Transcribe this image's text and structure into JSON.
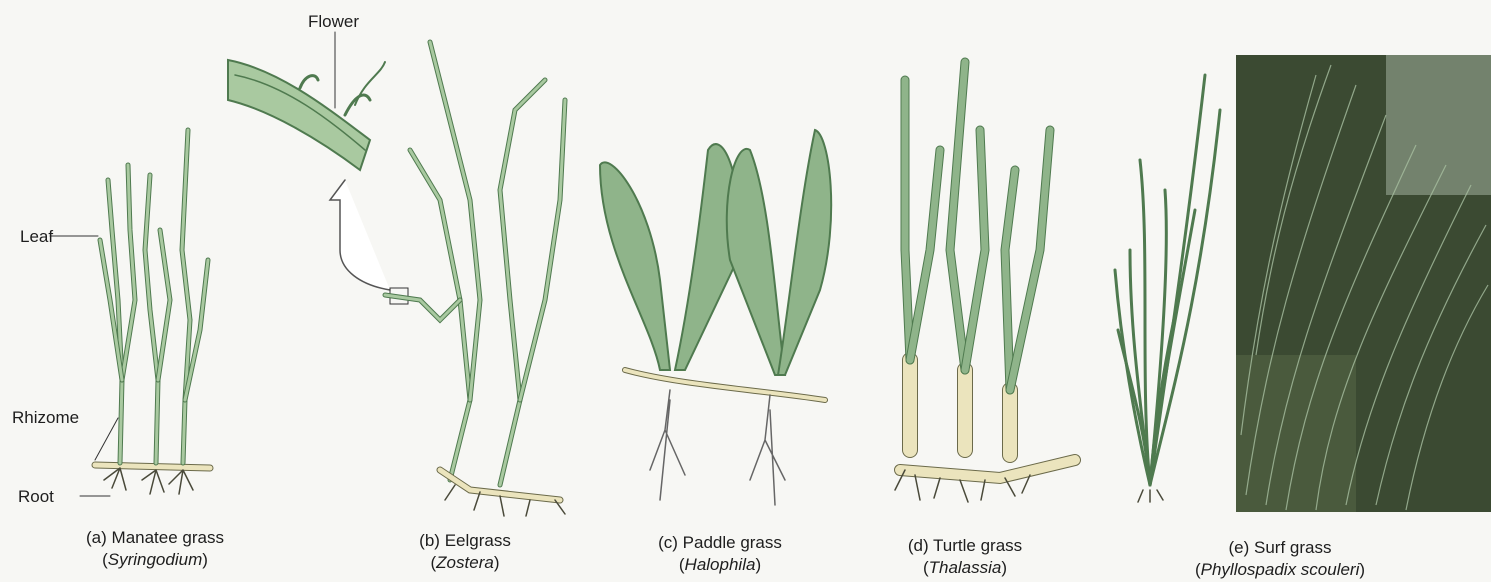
{
  "labels": {
    "flower": "Flower",
    "leaf": "Leaf",
    "rhizome": "Rhizome",
    "root": "Root"
  },
  "panels": [
    {
      "id": "a",
      "letter": "(a)",
      "common": "Manatee grass",
      "genus": "Syringodium"
    },
    {
      "id": "b",
      "letter": "(b)",
      "common": "Eelgrass",
      "genus": "Zostera"
    },
    {
      "id": "c",
      "letter": "(c)",
      "common": "Paddle grass",
      "genus": "Halophila"
    },
    {
      "id": "d",
      "letter": "(d)",
      "common": "Turtle grass",
      "genus": "Thalassia"
    },
    {
      "id": "e",
      "letter": "(e)",
      "common": "Surf grass",
      "genus": "Phyllospadix scouleri"
    }
  ],
  "colors": {
    "leaf": "#8fb48a",
    "leaf_dark": "#4f7a4f",
    "rhizome": "#e9e2b8",
    "root": "#5a5a4a",
    "photo_bg": "#3b4a32"
  }
}
